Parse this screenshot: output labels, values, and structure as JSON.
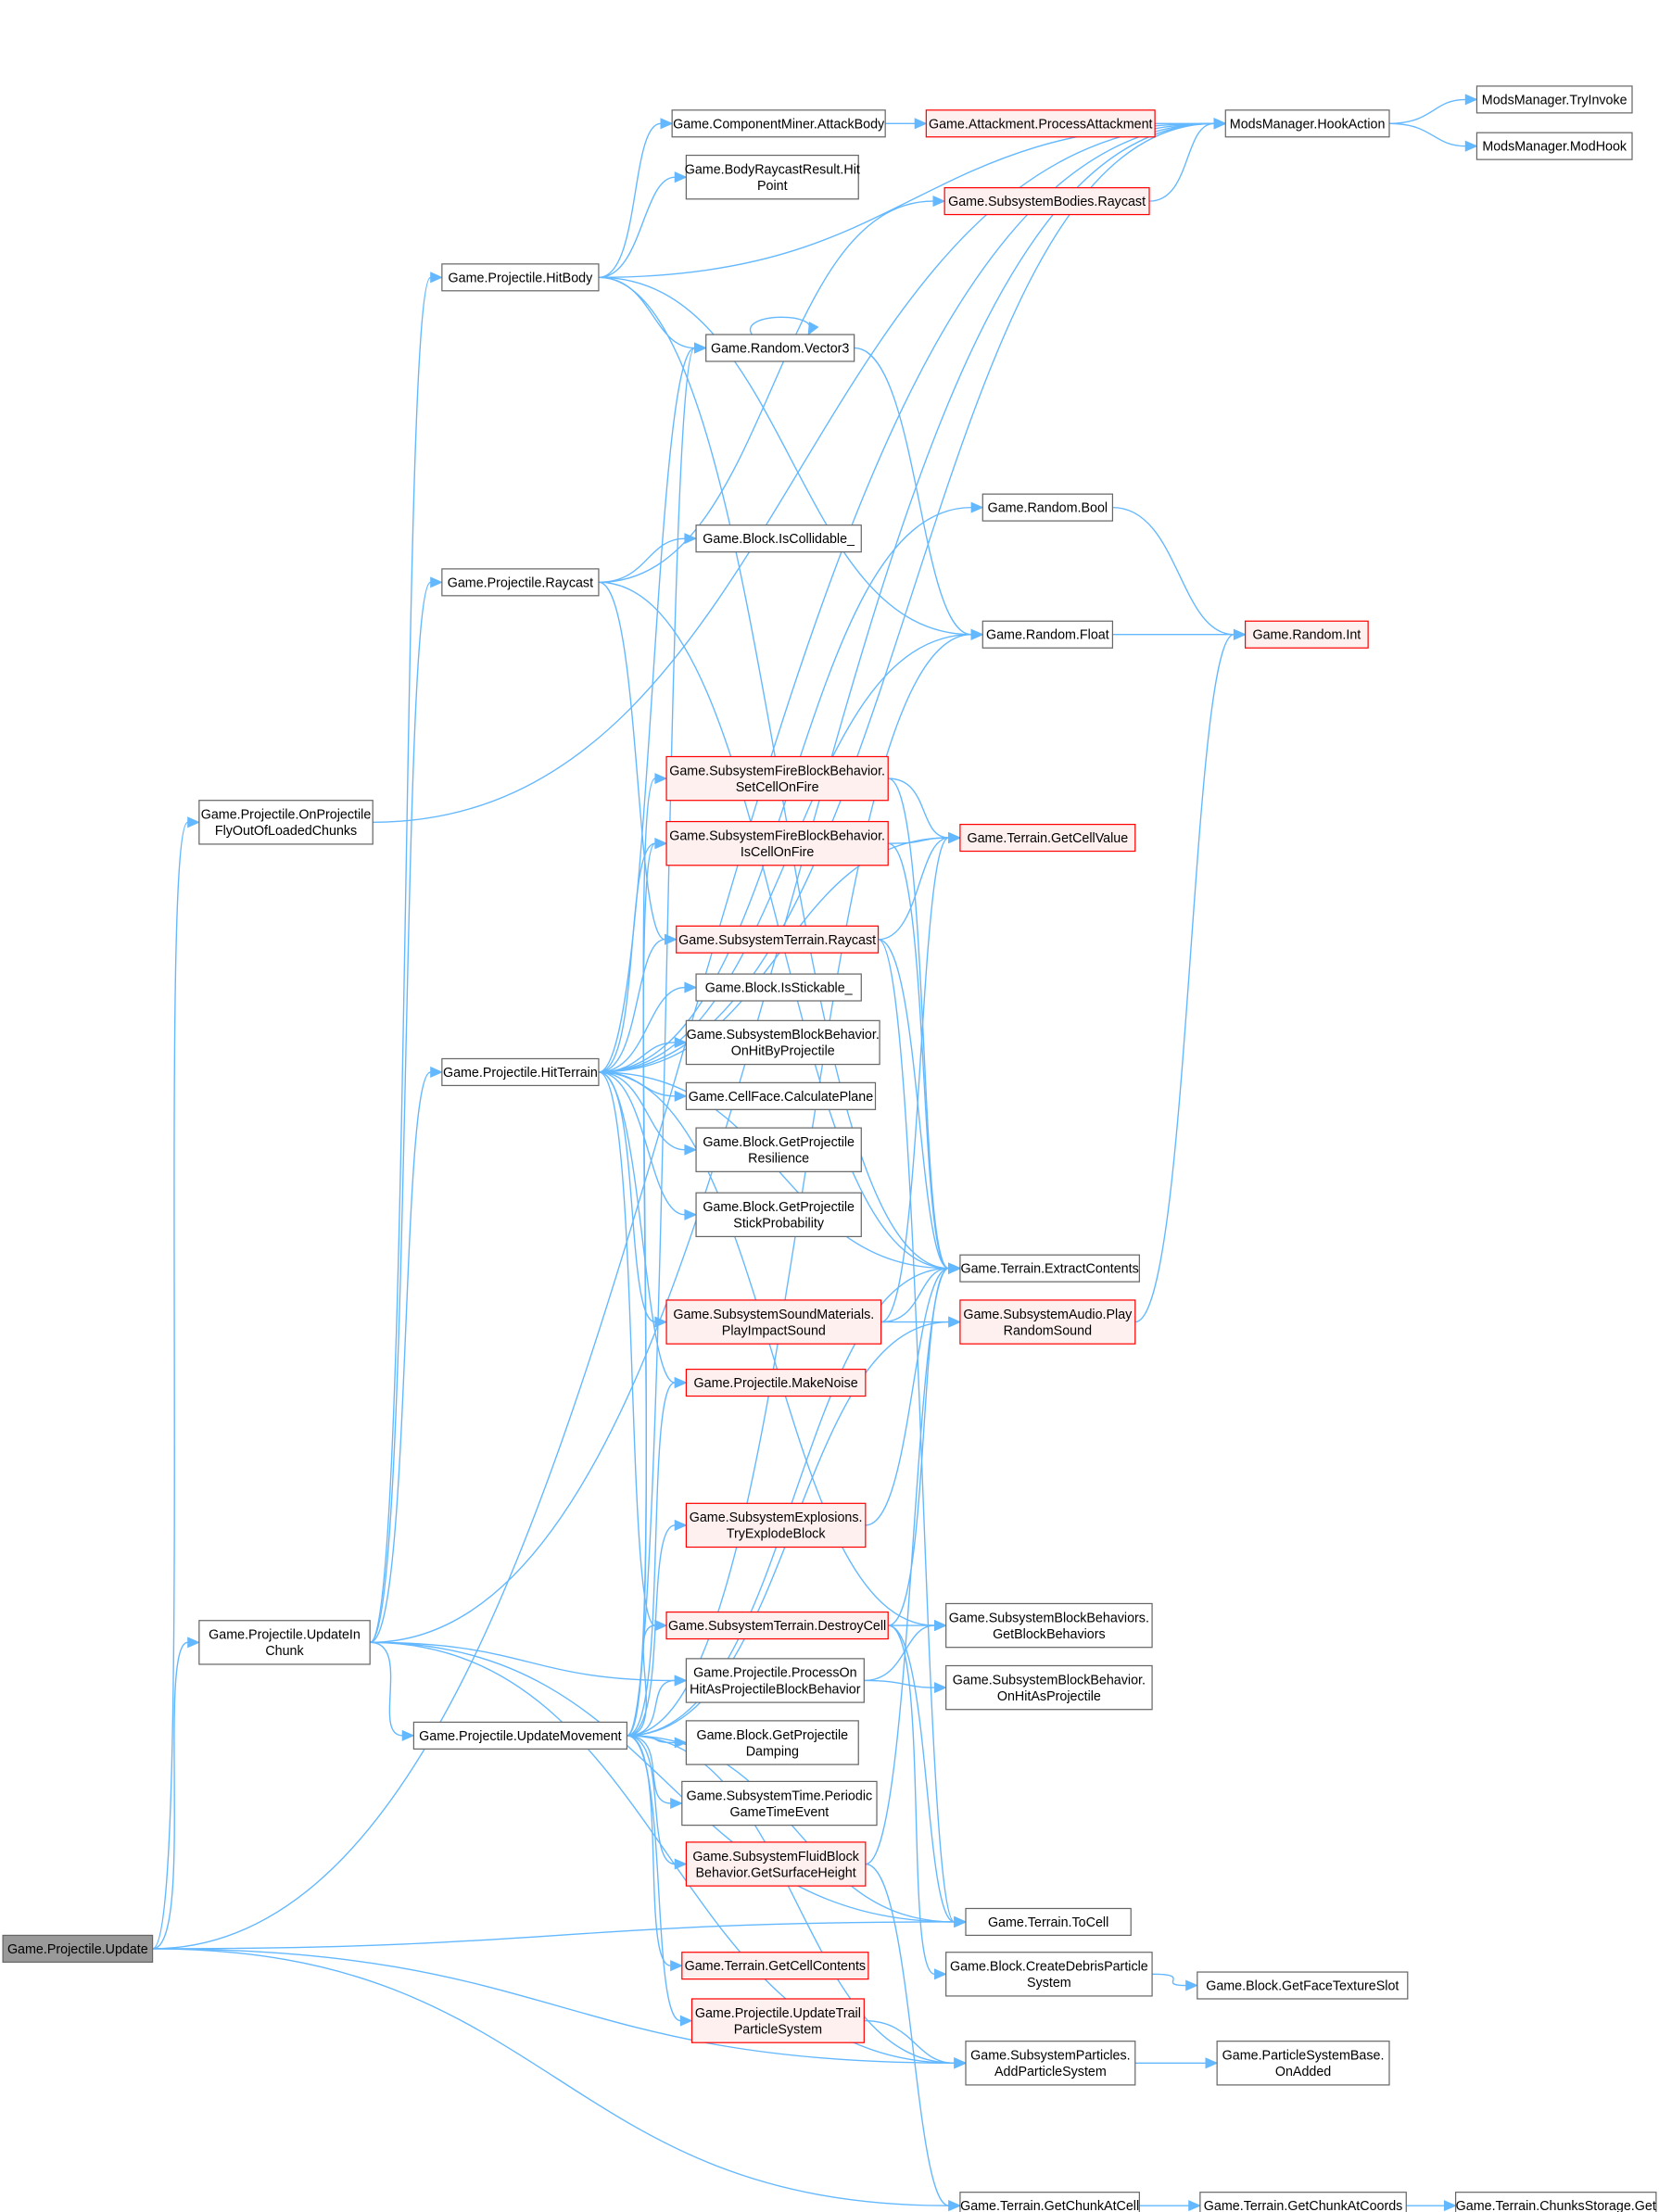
{
  "diagram": {
    "type": "call-graph",
    "colors": {
      "edge": "#63b8ff",
      "red_border": "#ff0000",
      "red_fill": "#fff0f0",
      "root_fill": "#999999",
      "border": "#666666"
    },
    "nodes": {
      "update": {
        "lines": [
          "Game.Projectile.Update"
        ],
        "style": "root"
      },
      "flyout": {
        "lines": [
          "Game.Projectile.OnProjectile",
          "FlyOutOfLoadedChunks"
        ],
        "style": "normal"
      },
      "updateInChunk": {
        "lines": [
          "Game.Projectile.UpdateIn",
          "Chunk"
        ],
        "style": "normal"
      },
      "hitBody": {
        "lines": [
          "Game.Projectile.HitBody"
        ],
        "style": "normal"
      },
      "pRaycast": {
        "lines": [
          "Game.Projectile.Raycast"
        ],
        "style": "normal"
      },
      "hitTerrain": {
        "lines": [
          "Game.Projectile.HitTerrain"
        ],
        "style": "normal"
      },
      "updateMovement": {
        "lines": [
          "Game.Projectile.UpdateMovement"
        ],
        "style": "normal"
      },
      "attackBody": {
        "lines": [
          "Game.ComponentMiner.AttackBody"
        ],
        "style": "normal"
      },
      "hitPoint": {
        "lines": [
          "Game.BodyRaycastResult.Hit",
          "Point"
        ],
        "style": "normal"
      },
      "vector3": {
        "lines": [
          "Game.Random.Vector3"
        ],
        "style": "normal"
      },
      "isCollidable": {
        "lines": [
          "Game.Block.IsCollidable_"
        ],
        "style": "normal"
      },
      "setCellOnFire": {
        "lines": [
          "Game.SubsystemFireBlockBehavior.",
          "SetCellOnFire"
        ],
        "style": "red"
      },
      "isCellOnFire": {
        "lines": [
          "Game.SubsystemFireBlockBehavior.",
          "IsCellOnFire"
        ],
        "style": "red"
      },
      "stRaycast": {
        "lines": [
          "Game.SubsystemTerrain.Raycast"
        ],
        "style": "red"
      },
      "isStickable": {
        "lines": [
          "Game.Block.IsStickable_"
        ],
        "style": "normal"
      },
      "onHitByProjectile": {
        "lines": [
          "Game.SubsystemBlockBehavior.",
          "OnHitByProjectile"
        ],
        "style": "normal"
      },
      "calcPlane": {
        "lines": [
          "Game.CellFace.CalculatePlane"
        ],
        "style": "normal"
      },
      "resilience": {
        "lines": [
          "Game.Block.GetProjectile",
          "Resilience"
        ],
        "style": "normal"
      },
      "stickProb": {
        "lines": [
          "Game.Block.GetProjectile",
          "StickProbability"
        ],
        "style": "normal"
      },
      "playImpact": {
        "lines": [
          "Game.SubsystemSoundMaterials.",
          "PlayImpactSound"
        ],
        "style": "red"
      },
      "makeNoise": {
        "lines": [
          "Game.Projectile.MakeNoise"
        ],
        "style": "red"
      },
      "tryExplode": {
        "lines": [
          "Game.SubsystemExplosions.",
          "TryExplodeBlock"
        ],
        "style": "red"
      },
      "destroyCell": {
        "lines": [
          "Game.SubsystemTerrain.DestroyCell"
        ],
        "style": "red"
      },
      "processOnHit": {
        "lines": [
          "Game.Projectile.ProcessOn",
          "HitAsProjectileBlockBehavior"
        ],
        "style": "normal"
      },
      "damping": {
        "lines": [
          "Game.Block.GetProjectile",
          "Damping"
        ],
        "style": "normal"
      },
      "periodic": {
        "lines": [
          "Game.SubsystemTime.Periodic",
          "GameTimeEvent"
        ],
        "style": "normal"
      },
      "surfaceHeight": {
        "lines": [
          "Game.SubsystemFluidBlock",
          "Behavior.GetSurfaceHeight"
        ],
        "style": "red"
      },
      "getCellContents": {
        "lines": [
          "Game.Terrain.GetCellContents"
        ],
        "style": "red"
      },
      "updateTrail": {
        "lines": [
          "Game.Projectile.UpdateTrail",
          "ParticleSystem"
        ],
        "style": "red"
      },
      "processAttackment": {
        "lines": [
          "Game.Attackment.ProcessAttackment"
        ],
        "style": "red"
      },
      "sbRaycast": {
        "lines": [
          "Game.SubsystemBodies.Raycast"
        ],
        "style": "red"
      },
      "hookAction": {
        "lines": [
          "ModsManager.HookAction"
        ],
        "style": "normal"
      },
      "tryInvoke": {
        "lines": [
          "ModsManager.TryInvoke"
        ],
        "style": "normal"
      },
      "modHook": {
        "lines": [
          "ModsManager.ModHook"
        ],
        "style": "normal"
      },
      "randBool": {
        "lines": [
          "Game.Random.Bool"
        ],
        "style": "normal"
      },
      "randFloat": {
        "lines": [
          "Game.Random.Float"
        ],
        "style": "normal"
      },
      "randInt": {
        "lines": [
          "Game.Random.Int"
        ],
        "style": "red"
      },
      "getCellValue": {
        "lines": [
          "Game.Terrain.GetCellValue"
        ],
        "style": "red"
      },
      "extractContents": {
        "lines": [
          "Game.Terrain.ExtractContents"
        ],
        "style": "normal"
      },
      "playRandomSound": {
        "lines": [
          "Game.SubsystemAudio.Play",
          "RandomSound"
        ],
        "style": "red"
      },
      "getBlockBehaviors": {
        "lines": [
          "Game.SubsystemBlockBehaviors.",
          "GetBlockBehaviors"
        ],
        "style": "normal"
      },
      "onHitAsProjectile": {
        "lines": [
          "Game.SubsystemBlockBehavior.",
          "OnHitAsProjectile"
        ],
        "style": "normal"
      },
      "toCell": {
        "lines": [
          "Game.Terrain.ToCell"
        ],
        "style": "normal"
      },
      "createDebris": {
        "lines": [
          "Game.Block.CreateDebrisParticle",
          "System"
        ],
        "style": "normal"
      },
      "addParticle": {
        "lines": [
          "Game.SubsystemParticles.",
          "AddParticleSystem"
        ],
        "style": "normal"
      },
      "faceTexture": {
        "lines": [
          "Game.Block.GetFaceTextureSlot"
        ],
        "style": "normal"
      },
      "onAdded": {
        "lines": [
          "Game.ParticleSystemBase.",
          "OnAdded"
        ],
        "style": "normal"
      },
      "chunkAtCell": {
        "lines": [
          "Game.Terrain.GetChunkAtCell"
        ],
        "style": "normal"
      },
      "chunkAtCoords": {
        "lines": [
          "Game.Terrain.GetChunkAtCoords"
        ],
        "style": "normal"
      },
      "chunksGet": {
        "lines": [
          "Game.Terrain.ChunksStorage.Get"
        ],
        "style": "normal"
      }
    },
    "edges": [
      [
        "update",
        "flyout"
      ],
      [
        "update",
        "updateInChunk"
      ],
      [
        "update",
        "hookAction"
      ],
      [
        "update",
        "addParticle"
      ],
      [
        "update",
        "chunkAtCell"
      ],
      [
        "update",
        "toCell"
      ],
      [
        "flyout",
        "hookAction"
      ],
      [
        "updateInChunk",
        "hitBody"
      ],
      [
        "updateInChunk",
        "pRaycast"
      ],
      [
        "updateInChunk",
        "hitTerrain"
      ],
      [
        "updateInChunk",
        "updateMovement"
      ],
      [
        "updateInChunk",
        "processOnHit"
      ],
      [
        "updateInChunk",
        "hookAction"
      ],
      [
        "updateInChunk",
        "addParticle"
      ],
      [
        "updateInChunk",
        "toCell"
      ],
      [
        "hitBody",
        "attackBody"
      ],
      [
        "hitBody",
        "hitPoint"
      ],
      [
        "hitBody",
        "vector3"
      ],
      [
        "hitBody",
        "randFloat"
      ],
      [
        "hitBody",
        "extractContents"
      ],
      [
        "hitBody",
        "hookAction"
      ],
      [
        "attackBody",
        "processAttackment"
      ],
      [
        "processAttackment",
        "hookAction"
      ],
      [
        "sbRaycast",
        "hookAction"
      ],
      [
        "hookAction",
        "tryInvoke"
      ],
      [
        "hookAction",
        "modHook"
      ],
      [
        "vector3",
        "vector3"
      ],
      [
        "vector3",
        "randFloat"
      ],
      [
        "randBool",
        "randInt"
      ],
      [
        "randFloat",
        "randInt"
      ],
      [
        "pRaycast",
        "sbRaycast"
      ],
      [
        "pRaycast",
        "isCollidable"
      ],
      [
        "pRaycast",
        "stRaycast"
      ],
      [
        "pRaycast",
        "extractContents"
      ],
      [
        "hitTerrain",
        "vector3"
      ],
      [
        "hitTerrain",
        "randBool"
      ],
      [
        "hitTerrain",
        "randFloat"
      ],
      [
        "hitTerrain",
        "getCellValue"
      ],
      [
        "hitTerrain",
        "isCellOnFire"
      ],
      [
        "hitTerrain",
        "stRaycast"
      ],
      [
        "hitTerrain",
        "isStickable"
      ],
      [
        "hitTerrain",
        "onHitByProjectile"
      ],
      [
        "hitTerrain",
        "calcPlane"
      ],
      [
        "hitTerrain",
        "resilience"
      ],
      [
        "hitTerrain",
        "stickProb"
      ],
      [
        "hitTerrain",
        "playImpact"
      ],
      [
        "hitTerrain",
        "makeNoise"
      ],
      [
        "hitTerrain",
        "destroyCell"
      ],
      [
        "hitTerrain",
        "extractContents"
      ],
      [
        "hitTerrain",
        "getBlockBehaviors"
      ],
      [
        "hitTerrain",
        "hookAction"
      ],
      [
        "updateMovement",
        "vector3"
      ],
      [
        "updateMovement",
        "randFloat"
      ],
      [
        "updateMovement",
        "setCellOnFire"
      ],
      [
        "updateMovement",
        "isCellOnFire"
      ],
      [
        "updateMovement",
        "makeNoise"
      ],
      [
        "updateMovement",
        "tryExplode"
      ],
      [
        "updateMovement",
        "destroyCell"
      ],
      [
        "updateMovement",
        "processOnHit"
      ],
      [
        "updateMovement",
        "damping"
      ],
      [
        "updateMovement",
        "periodic"
      ],
      [
        "updateMovement",
        "surfaceHeight"
      ],
      [
        "updateMovement",
        "getCellContents"
      ],
      [
        "updateMovement",
        "updateTrail"
      ],
      [
        "updateMovement",
        "toCell"
      ],
      [
        "updateMovement",
        "addParticle"
      ],
      [
        "updateMovement",
        "extractContents"
      ],
      [
        "updateMovement",
        "playRandomSound"
      ],
      [
        "setCellOnFire",
        "getCellValue"
      ],
      [
        "setCellOnFire",
        "extractContents"
      ],
      [
        "isCellOnFire",
        "getCellValue"
      ],
      [
        "isCellOnFire",
        "extractContents"
      ],
      [
        "stRaycast",
        "getCellValue"
      ],
      [
        "stRaycast",
        "extractContents"
      ],
      [
        "stRaycast",
        "toCell"
      ],
      [
        "playImpact",
        "extractContents"
      ],
      [
        "playImpact",
        "playRandomSound"
      ],
      [
        "playImpact",
        "getCellValue"
      ],
      [
        "playRandomSound",
        "randInt"
      ],
      [
        "tryExplode",
        "extractContents"
      ],
      [
        "destroyCell",
        "getBlockBehaviors"
      ],
      [
        "destroyCell",
        "extractContents"
      ],
      [
        "destroyCell",
        "createDebris"
      ],
      [
        "destroyCell",
        "toCell"
      ],
      [
        "processOnHit",
        "getBlockBehaviors"
      ],
      [
        "processOnHit",
        "onHitAsProjectile"
      ],
      [
        "surfaceHeight",
        "extractContents"
      ],
      [
        "surfaceHeight",
        "chunkAtCell"
      ],
      [
        "updateTrail",
        "addParticle"
      ],
      [
        "createDebris",
        "faceTexture"
      ],
      [
        "addParticle",
        "onAdded"
      ],
      [
        "chunkAtCell",
        "chunkAtCoords"
      ],
      [
        "chunkAtCoords",
        "chunksGet"
      ]
    ]
  }
}
